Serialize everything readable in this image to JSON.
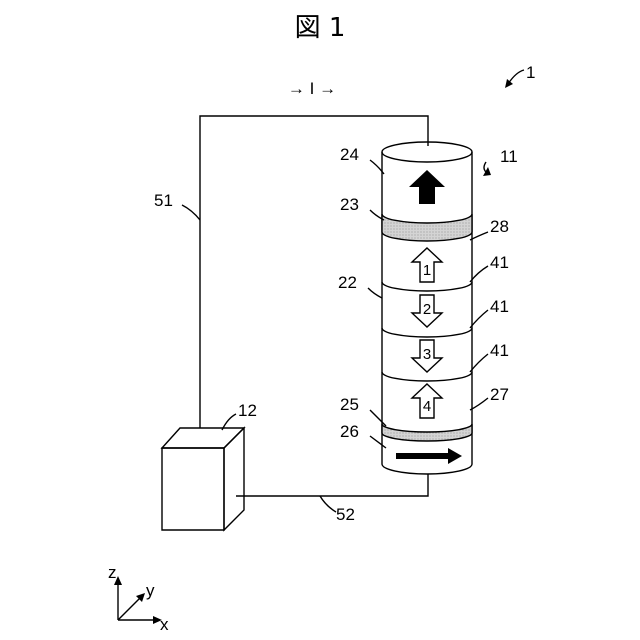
{
  "figure": {
    "title": "図 1",
    "current_label": "→ I →",
    "labels": {
      "device": "1",
      "cylinder": "11",
      "box": "12",
      "l24": "24",
      "l23": "23",
      "l28": "28",
      "l22": "22",
      "l41a": "41",
      "l41b": "41",
      "l41c": "41",
      "l25": "25",
      "l27": "27",
      "l26": "26",
      "l51": "51",
      "l52": "52"
    },
    "segments": {
      "s1": "1",
      "s2": "2",
      "s3": "3",
      "s4": "4"
    },
    "axes": {
      "z": "z",
      "y": "y",
      "x": "x"
    }
  },
  "colors": {
    "ink": "#000000",
    "shaded_layer": "#c8c8c8",
    "background": "#ffffff"
  }
}
